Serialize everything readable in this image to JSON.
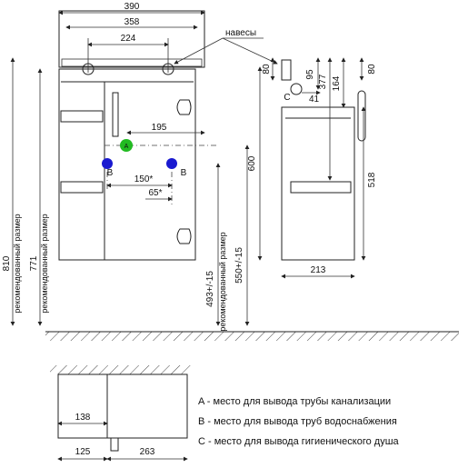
{
  "top_view": {
    "width_total": "390",
    "width_between_outer": "358",
    "width_between_holes": "224",
    "hinges_label": "навесы"
  },
  "front_view": {
    "dim_195": "195",
    "dim_150": "150*",
    "dim_65": "65*",
    "dim_600": "600",
    "dim_493": "493+/-15",
    "dim_550": "550+/-15",
    "recommended_label": "рекомендованный размер",
    "recommended_label_2": "рекомендованный размер",
    "height_810": "810",
    "height_771": "771",
    "marker_a": "A",
    "marker_b_left": "B",
    "marker_b_right": "B"
  },
  "side_view": {
    "dim_80_left": "80",
    "dim_95": "95",
    "dim_377": "377",
    "dim_164": "164",
    "dim_80_right": "80",
    "dim_41": "41",
    "marker_c": "C",
    "dim_518": "518",
    "depth_213": "213"
  },
  "bottom_view": {
    "dim_138": "138",
    "dim_125": "125",
    "dim_263": "263"
  },
  "legend": [
    "A - место для вывода трубы канализации",
    "B - место для вывода труб водоснабжения",
    "C - место для вывода гигиенического душа"
  ],
  "colors": {
    "marker_a": "#22bb22",
    "marker_b": "#1a1ad0"
  }
}
